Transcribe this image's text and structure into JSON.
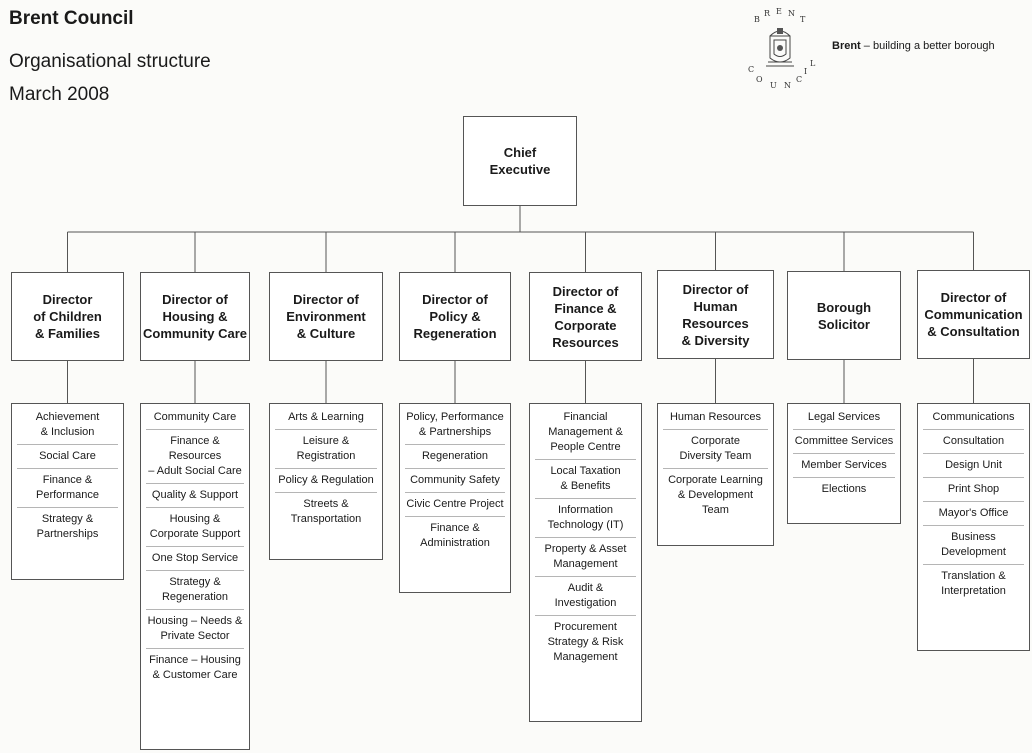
{
  "header": {
    "title": "Brent Council",
    "subtitle_line1": "Organisational structure",
    "subtitle_line2": "March 2008",
    "crest_text": "BRENT COUNCIL",
    "tagline_bold": "Brent",
    "tagline_rest": " – building a better borough"
  },
  "chief": {
    "label": "Chief\nExecutive"
  },
  "directors": [
    {
      "title": "Director\nof Children\n& Families",
      "services": [
        "Achievement\n& Inclusion",
        "Social Care",
        "Finance &\nPerformance",
        "Strategy &\nPartnerships"
      ]
    },
    {
      "title": "Director of\nHousing &\nCommunity Care",
      "services": [
        "Community Care",
        "Finance &\nResources\n– Adult Social Care",
        "Quality & Support",
        "Housing &\nCorporate Support",
        "One Stop Service",
        "Strategy &\nRegeneration",
        "Housing – Needs &\nPrivate Sector",
        "Finance – Housing\n& Customer Care"
      ]
    },
    {
      "title": "Director of\nEnvironment\n& Culture",
      "services": [
        "Arts & Learning",
        "Leisure &\nRegistration",
        "Policy & Regulation",
        "Streets &\nTransportation"
      ]
    },
    {
      "title": "Director of\nPolicy &\nRegeneration",
      "services": [
        "Policy, Performance\n& Partnerships",
        "Regeneration",
        "Community Safety",
        "Civic Centre Project",
        "Finance &\nAdministration"
      ]
    },
    {
      "title": "Director of\nFinance &\nCorporate\nResources",
      "services": [
        "Financial\nManagement &\nPeople Centre",
        "Local Taxation\n& Benefits",
        "Information\nTechnology (IT)",
        "Property & Asset\nManagement",
        "Audit &\nInvestigation",
        "Procurement\nStrategy & Risk\nManagement"
      ]
    },
    {
      "title": "Director of\nHuman\nResources\n& Diversity",
      "services": [
        "Human Resources",
        "Corporate\nDiversity Team",
        "Corporate Learning\n& Development\nTeam"
      ]
    },
    {
      "title": "Borough\nSolicitor",
      "services": [
        "Legal Services",
        "Committee Services",
        "Member Services",
        "Elections"
      ]
    },
    {
      "title": "Director of\nCommunication\n& Consultation",
      "services": [
        "Communications",
        "Consultation",
        "Design Unit",
        "Print Shop",
        "Mayor's Office",
        "Business\nDevelopment",
        "Translation &\nInterpretation"
      ]
    }
  ]
}
